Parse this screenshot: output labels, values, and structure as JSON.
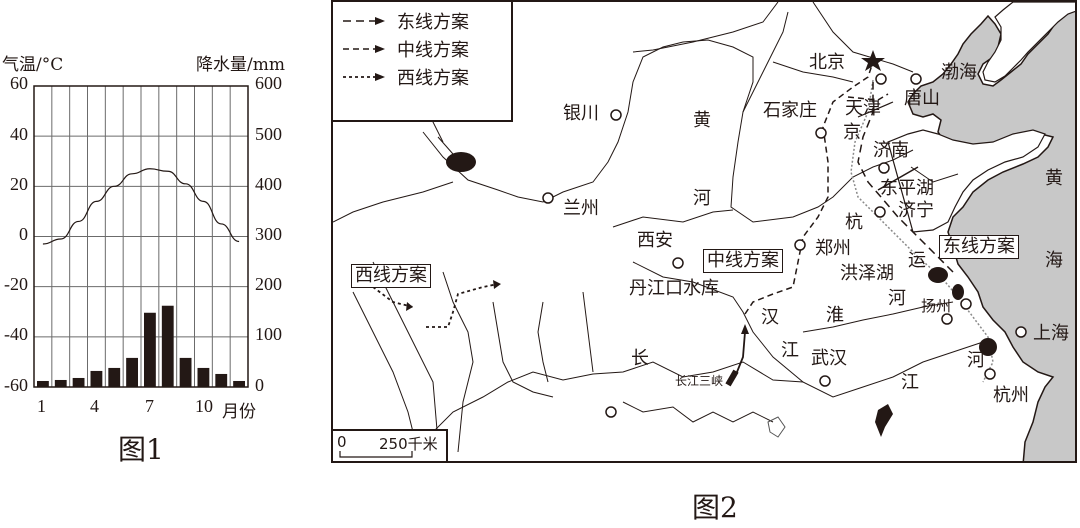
{
  "figure1": {
    "caption": "图1",
    "left_axis_title": "气温/°C",
    "right_axis_title": "降水量/mm",
    "left_ticks": [
      "60",
      "40",
      "20",
      "0",
      "-20",
      "-40",
      "-60"
    ],
    "right_ticks": [
      "600",
      "500",
      "400",
      "300",
      "200",
      "100",
      "0"
    ],
    "x_ticks": [
      "1",
      "4",
      "7",
      "10"
    ],
    "x_unit": "月份"
  },
  "chart_data": {
    "type": "bar+line",
    "title": "图1",
    "xlabel": "月份",
    "categories": [
      "1",
      "2",
      "3",
      "4",
      "5",
      "6",
      "7",
      "8",
      "9",
      "10",
      "11",
      "12"
    ],
    "series": [
      {
        "name": "气温",
        "type": "line",
        "unit": "°C",
        "axis": "left",
        "values": [
          -3,
          -1,
          6,
          14,
          20,
          25,
          27,
          26,
          21,
          14,
          5,
          -2
        ]
      },
      {
        "name": "降水量",
        "type": "bar",
        "unit": "mm",
        "axis": "right",
        "values": [
          12,
          14,
          18,
          32,
          38,
          58,
          148,
          162,
          58,
          38,
          26,
          12
        ]
      }
    ],
    "ylabel_left": "气温/°C",
    "ylabel_right": "降水量/mm",
    "ylim_left": [
      -60,
      60
    ],
    "ylim_right": [
      0,
      600
    ],
    "yticks_left": [
      60,
      40,
      20,
      0,
      -20,
      -40,
      -60
    ],
    "yticks_right": [
      600,
      500,
      400,
      300,
      200,
      100,
      0
    ],
    "xticks_labeled": [
      "1",
      "4",
      "7",
      "10"
    ],
    "grid": true
  },
  "figure2": {
    "caption": "图2",
    "legend": [
      {
        "label": "东线方案",
        "style": "dash-long"
      },
      {
        "label": "中线方案",
        "style": "dash-medium"
      },
      {
        "label": "西线方案",
        "style": "dotted"
      }
    ],
    "scale": {
      "zero": "0",
      "value": "250千米"
    },
    "boxed_labels": {
      "east": "东线方案",
      "middle": "中线方案",
      "west": "西线方案"
    },
    "cities": {
      "beijing": "北京",
      "tianjin": "天津",
      "tangshan": "唐山",
      "shijiazhuang": "石家庄",
      "jinan": "济南",
      "jining": "济宁",
      "zhengzhou": "郑州",
      "xian": "西安",
      "lanzhou": "兰州",
      "yinchuan": "银川",
      "wuhan": "武汉",
      "yangzhou": "扬州",
      "shanghai": "上海",
      "hangzhou": "杭州"
    },
    "features": {
      "bohai": "渤海",
      "yellow_sea_1": "黄",
      "yellow_sea_2": "海",
      "huanghe_1": "黄",
      "huanghe_2": "河",
      "changjiang_1": "长",
      "changjiang_2": "江",
      "changjiang_3": "江",
      "hanjiang_1": "汉",
      "hanjiang_2": "江",
      "huai": "淮",
      "canal_1": "京",
      "canal_2": "杭",
      "canal_3": "运",
      "canal_4": "河",
      "canal_5": "河",
      "danjiangkou": "丹江口水库",
      "dongpinghu": "东平湖",
      "hongzehu": "洪泽湖",
      "three_gorges": "长江三峡"
    },
    "colors": {
      "sea": "#c8c8c8",
      "ink": "#231815",
      "land": "#ffffff"
    }
  }
}
